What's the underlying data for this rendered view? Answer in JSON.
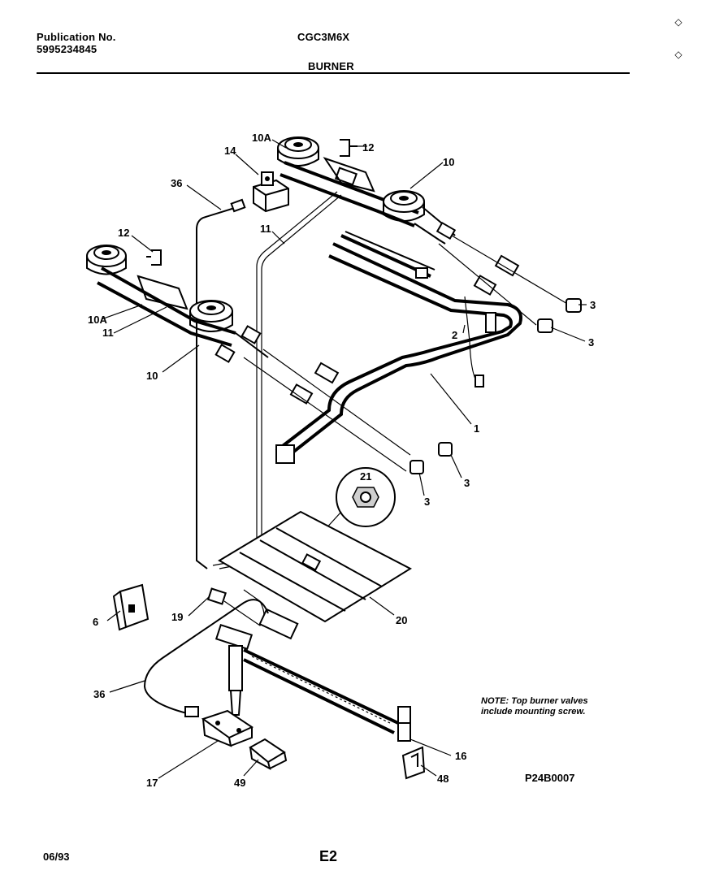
{
  "header": {
    "publication_label": "Publication No.",
    "publication_number": "5995234845",
    "model": "CGC3M6X",
    "section": "BURNER"
  },
  "footer": {
    "date": "06/93",
    "page": "E2",
    "diagram_code": "P24B0007"
  },
  "note": {
    "line1": "NOTE: Top burner valves",
    "line2": "include mounting screw."
  },
  "labels": {
    "l10A_top": "10A",
    "l12_top": "12",
    "l14": "14",
    "l36_top": "36",
    "l10_top": "10",
    "l11_top": "11",
    "l12_left": "12",
    "l10A_left": "10A",
    "l11_left": "11",
    "l10_left": "10",
    "l3_a": "3",
    "l3_b": "3",
    "l2": "2",
    "l1": "1",
    "l3_c": "3",
    "l3_d": "3",
    "l21": "21",
    "l6": "6",
    "l19": "19",
    "l20": "20",
    "l36_bottom": "36",
    "l17": "17",
    "l49": "49",
    "l16": "16",
    "l48": "48"
  }
}
